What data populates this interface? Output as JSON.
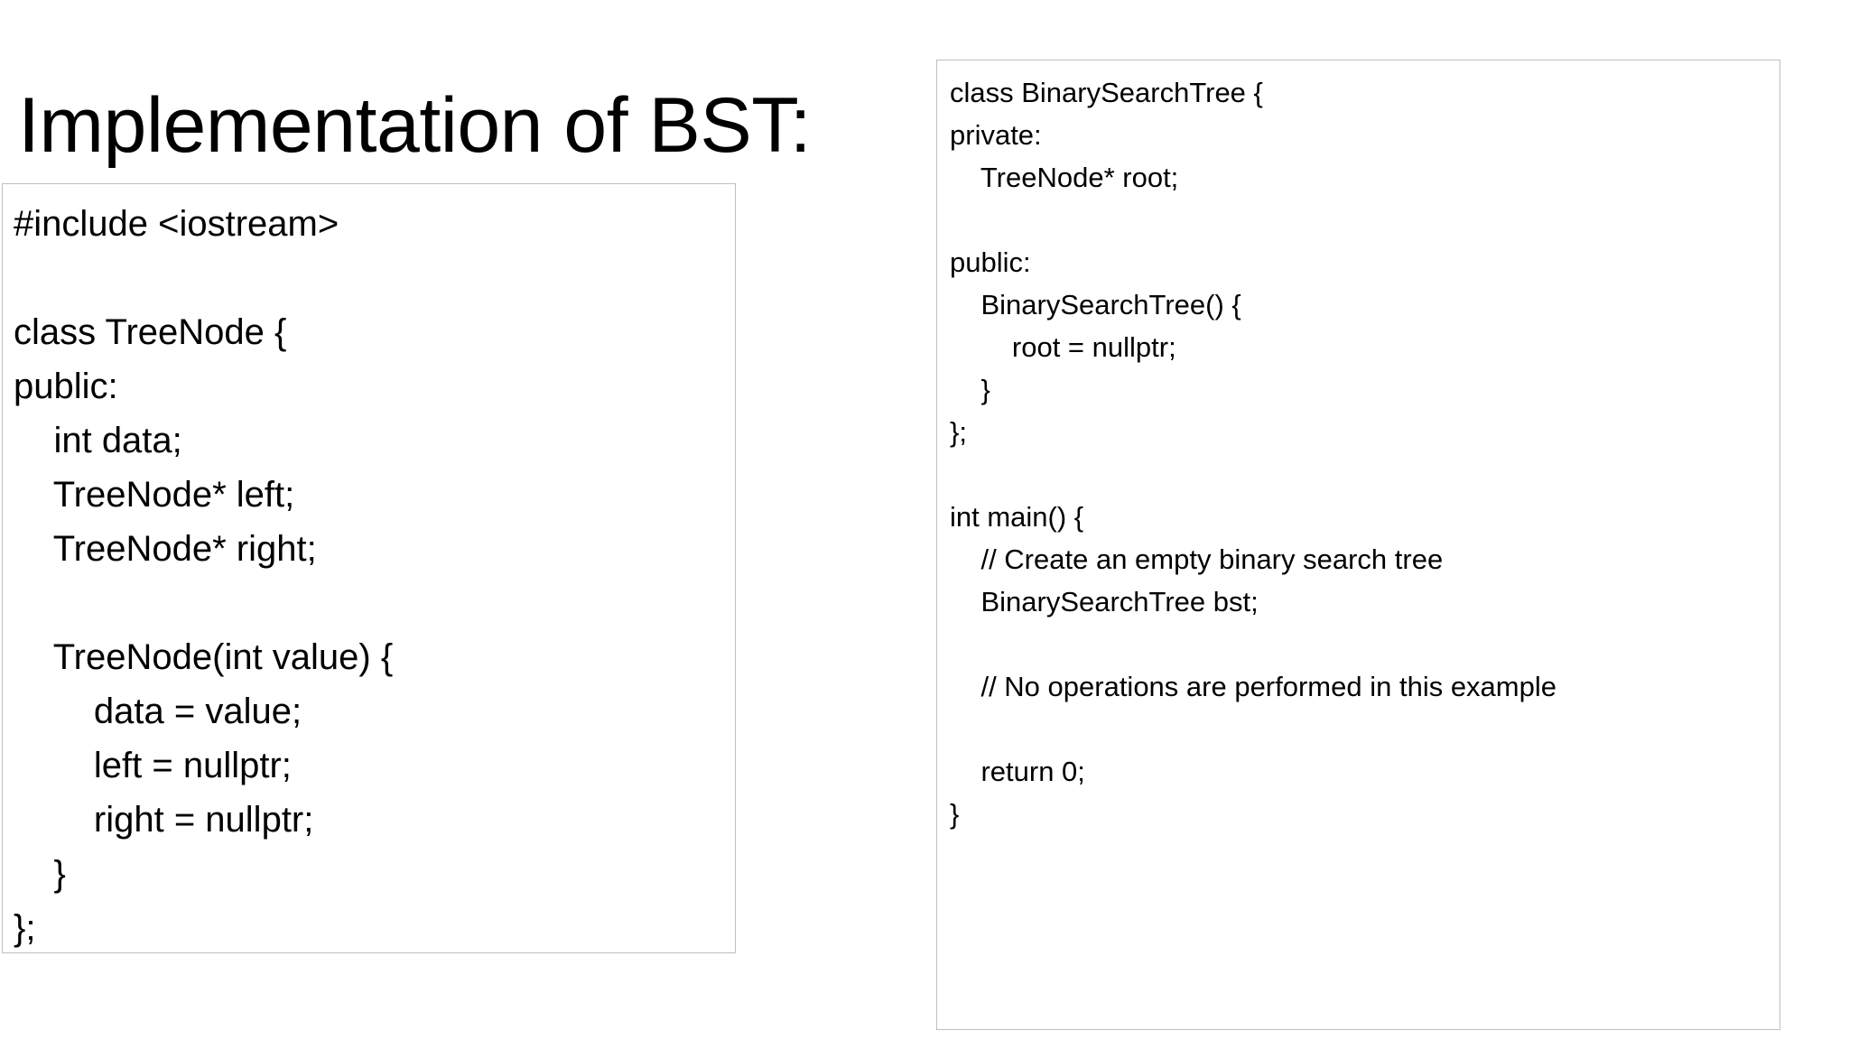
{
  "slide": {
    "title": "Implementation of BST:",
    "background_color": "#ffffff",
    "text_color": "#000000",
    "box_border_color": "#bcc0c2"
  },
  "code_left": {
    "language": "cpp",
    "lines": [
      "#include <iostream>",
      "",
      "class TreeNode {",
      "public:",
      "    int data;",
      "    TreeNode* left;",
      "    TreeNode* right;",
      "",
      "    TreeNode(int value) {",
      "        data = value;",
      "        left = nullptr;",
      "        right = nullptr;",
      "    }",
      "};"
    ],
    "text": "#include <iostream>\n\nclass TreeNode {\npublic:\n    int data;\n    TreeNode* left;\n    TreeNode* right;\n\n    TreeNode(int value) {\n        data = value;\n        left = nullptr;\n        right = nullptr;\n    }\n};"
  },
  "code_right": {
    "language": "cpp",
    "lines": [
      "class BinarySearchTree {",
      "private:",
      "    TreeNode* root;",
      "",
      "public:",
      "    BinarySearchTree() {",
      "        root = nullptr;",
      "    }",
      "};",
      "",
      "int main() {",
      "    // Create an empty binary search tree",
      "    BinarySearchTree bst;",
      "",
      "    // No operations are performed in this example",
      "",
      "    return 0;",
      "}"
    ],
    "text": "class BinarySearchTree {\nprivate:\n    TreeNode* root;\n\npublic:\n    BinarySearchTree() {\n        root = nullptr;\n    }\n};\n\nint main() {\n    // Create an empty binary search tree\n    BinarySearchTree bst;\n\n    // No operations are performed in this example\n\n    return 0;\n}"
  }
}
